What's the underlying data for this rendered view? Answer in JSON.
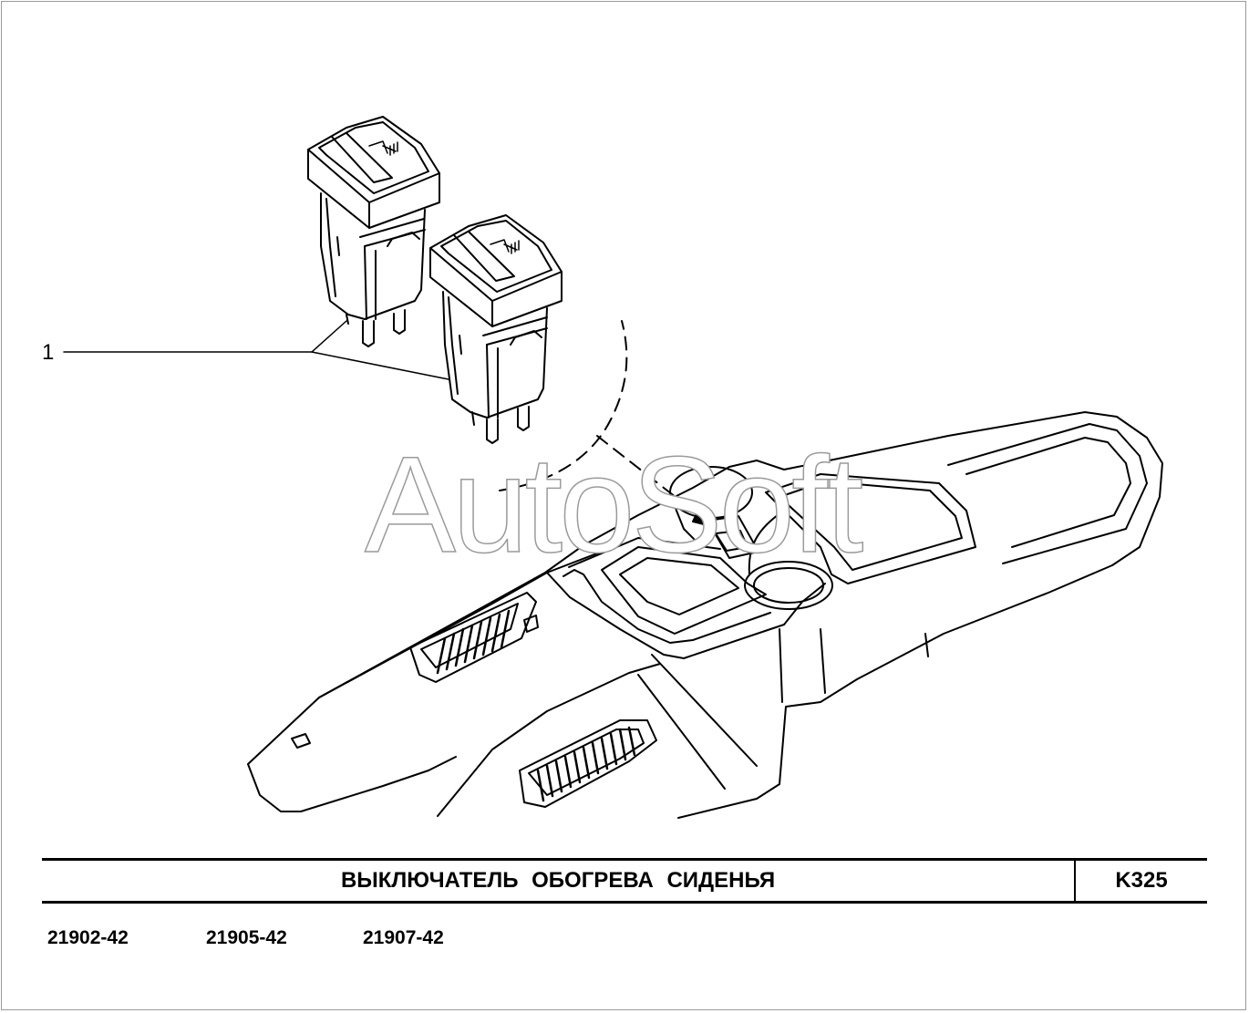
{
  "diagram": {
    "callout_number": "1",
    "watermark": "AutoSoft"
  },
  "title_block": {
    "title": "ВЫКЛЮЧАТЕЛЬ ОБОГРЕВА СИДЕНЬЯ",
    "code": "K325"
  },
  "models": [
    "21902-42",
    "21905-42",
    "21907-42"
  ]
}
